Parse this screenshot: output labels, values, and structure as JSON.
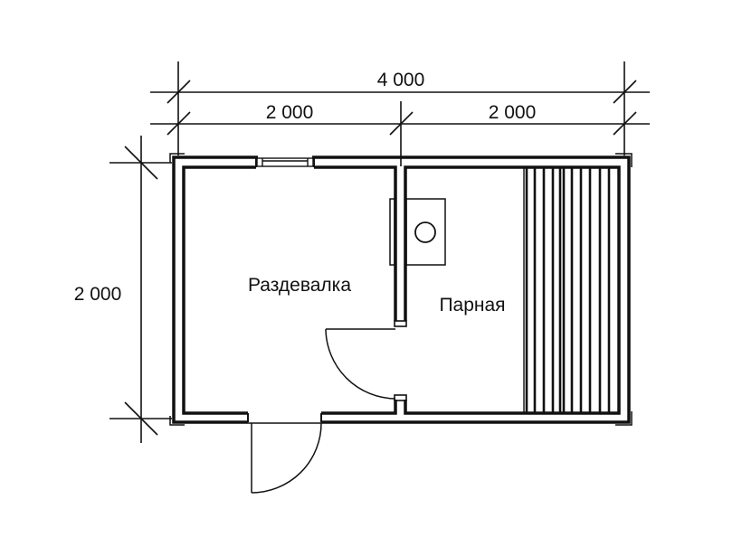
{
  "drawing": {
    "type": "floor-plan",
    "subject": "sauna",
    "colors": {
      "line": "#111111",
      "background": "#ffffff"
    }
  },
  "dimensions": {
    "overall_width": "4 000",
    "left_segment": "2 000",
    "right_segment": "2 000",
    "height": "2 000"
  },
  "rooms": [
    {
      "id": "changing-room",
      "label": "Раздевалка"
    },
    {
      "id": "steam-room",
      "label": "Парная"
    }
  ],
  "elements": {
    "window": {
      "count": 1,
      "wall": "top",
      "room": "changing-room"
    },
    "doors": [
      {
        "id": "entrance-door",
        "wall": "bottom",
        "swing": "outward"
      },
      {
        "id": "interior-door",
        "wall": "partition",
        "swing": "into changing-room"
      }
    ],
    "stove": {
      "room": "steam-room"
    },
    "bench": {
      "room": "steam-room",
      "slats": 13
    }
  }
}
